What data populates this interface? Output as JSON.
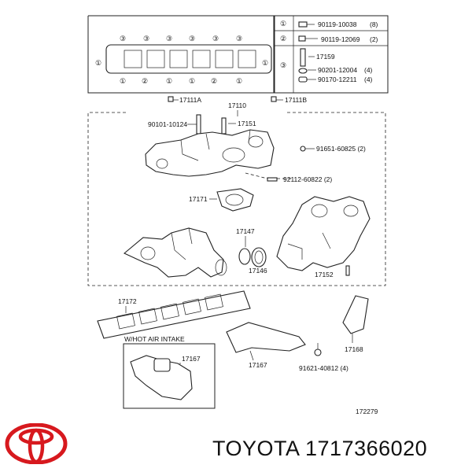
{
  "parts_table": [
    {
      "mark": "①",
      "part": "90119-10038",
      "qty": "(8)"
    },
    {
      "mark": "②",
      "part": "90119-12069",
      "qty": "(2)"
    },
    {
      "mark": "③",
      "part": "17159",
      "qty": ""
    },
    {
      "mark": "",
      "part": "90201-12004",
      "qty": "(4)"
    },
    {
      "mark": "",
      "part": "90170-12211",
      "qty": "(4)"
    }
  ],
  "gasket_marks": {
    "one": "①",
    "two": "②",
    "three": "③"
  },
  "callouts": {
    "c17111a": "17111A",
    "c17110": "17110",
    "c17111b": "17111B",
    "c90101": "90101-10124",
    "c17151": "17151",
    "c91651": "91651-60825 (2)",
    "c92112": "92112-60822 (2)",
    "c17171": "17171",
    "c17147": "17147",
    "c17146": "17146",
    "c17152": "17152",
    "c17172": "17172",
    "c17168": "17168",
    "hot_air": "W/HOT AIR INTAKE",
    "c17167a": "17167",
    "c17167b": "17167",
    "c91621": "91621-40812 (4)",
    "c172279": "172279"
  },
  "footer": {
    "title": "TOYOTA 1717366020",
    "logo": "toyota-logo"
  },
  "colors": {
    "logo_red": "#d7191e",
    "line": "#222222"
  }
}
